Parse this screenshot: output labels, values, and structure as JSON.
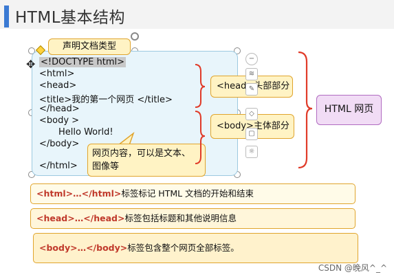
{
  "slide": {
    "title": "HTML基本结构"
  },
  "code": {
    "lines": [
      "<!DOCTYPE html>",
      "<html>",
      "<head>",
      "<title>我的第一个网页 </title>",
      "</head>",
      "<body >",
      "Hello World!",
      "</body>",
      "</html>"
    ]
  },
  "callouts": {
    "doctype": "声明文档类型",
    "content_line1": "网页内容，可以是文本、",
    "content_line2": "图像等"
  },
  "right_boxes": {
    "head": "<head>头部部分",
    "body": "<body>主体部分",
    "html": "HTML 网页"
  },
  "notes": [
    {
      "tag": "<html>…</html>",
      "text": "标签标记 HTML 文档的开始和结束"
    },
    {
      "tag": "<head>…</head>",
      "text": "标签包括标题和其他说明信息"
    },
    {
      "tag": "<body>…</body>",
      "text": "标签包含整个网页全部标签。"
    }
  ],
  "watermark": "CSDN @晚风^_^",
  "colors": {
    "accent": "#3b7ad3",
    "callout_fill": "#fff3c4",
    "callout_border": "#e0a42c",
    "brace": "#e03a28",
    "html_box_fill": "#f1dcf5",
    "tag_red": "#c0392b"
  }
}
